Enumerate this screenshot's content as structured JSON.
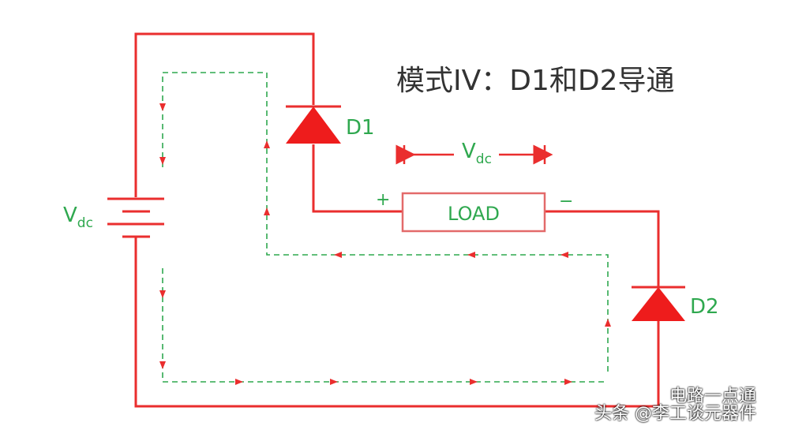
{
  "title": "模式IV：D1和D2导通",
  "colors": {
    "wire": "#ea2e2e",
    "current_path": "#2fa84f",
    "label": "#2fa84f",
    "title": "#333333",
    "load_border": "#e36a6a"
  },
  "labels": {
    "diode1": "D1",
    "diode2": "D2",
    "source_main": "V",
    "source_sub": "dc",
    "span_main": "V",
    "span_sub": "dc",
    "load": "LOAD",
    "plus": "+",
    "minus": "−"
  },
  "watermark": {
    "line1": "电路一点通",
    "line2": "头条 @李工谈元器件"
  }
}
